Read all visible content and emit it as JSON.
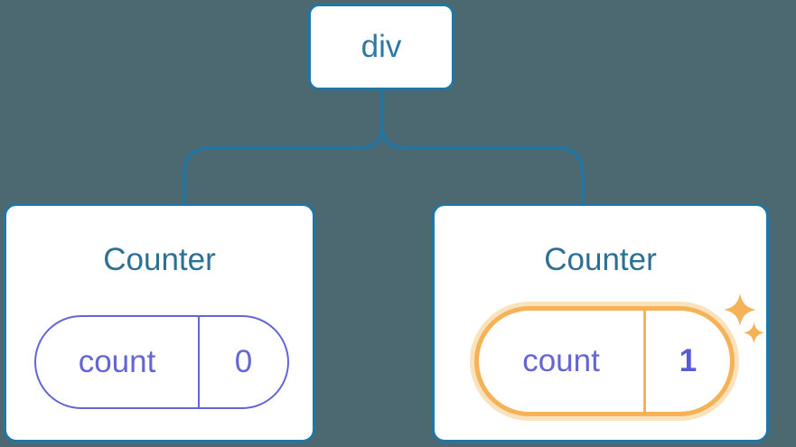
{
  "diagram": {
    "description": "React component tree: a div root with two Counter children, each holding a count state pill; the second Counter's state is highlighted",
    "root": {
      "label": "div"
    },
    "children": [
      {
        "title": "Counter",
        "state": {
          "key": "count",
          "value": "0"
        },
        "highlighted": false
      },
      {
        "title": "Counter",
        "state": {
          "key": "count",
          "value": "1"
        },
        "highlighted": true
      }
    ]
  },
  "colors": {
    "background": "#4C6971",
    "node_fill": "#ffffff",
    "node_border_blue": "#2076A4",
    "root_label_blue": "#2E78A8",
    "component_title_blue": "#2D7094",
    "state_purple": "#6366D4",
    "state_value_purple": "#575CD6",
    "highlight_orange": "#F5B257",
    "highlight_glow": "#FAE2BD"
  }
}
